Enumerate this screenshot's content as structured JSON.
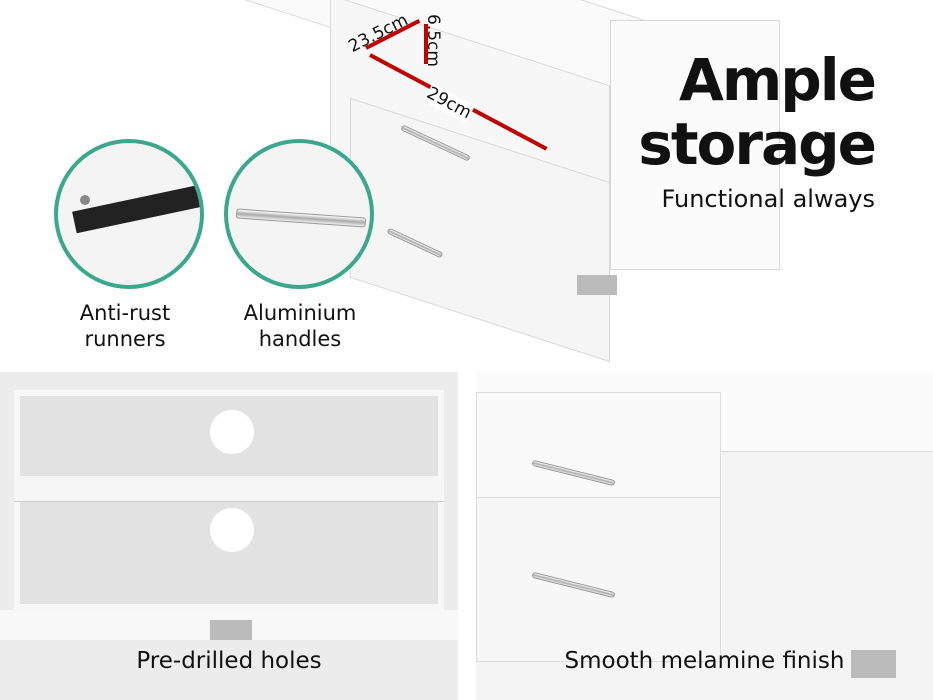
{
  "heading": {
    "title_line1": "Ample",
    "title_line2": "storage",
    "subtitle": "Functional always"
  },
  "dimensions": {
    "width": "23.5cm",
    "height": "6.5cm",
    "depth": "29cm"
  },
  "features": [
    {
      "label_line1": "Anti-rust",
      "label_line2": "runners"
    },
    {
      "label_line1": "Aluminium",
      "label_line2": "handles"
    }
  ],
  "panels": [
    {
      "caption": "Pre-drilled holes"
    },
    {
      "caption": "Smooth melamine finish"
    }
  ],
  "colors": {
    "accent": "#3aa88c",
    "dimension_line": "#c00000"
  }
}
